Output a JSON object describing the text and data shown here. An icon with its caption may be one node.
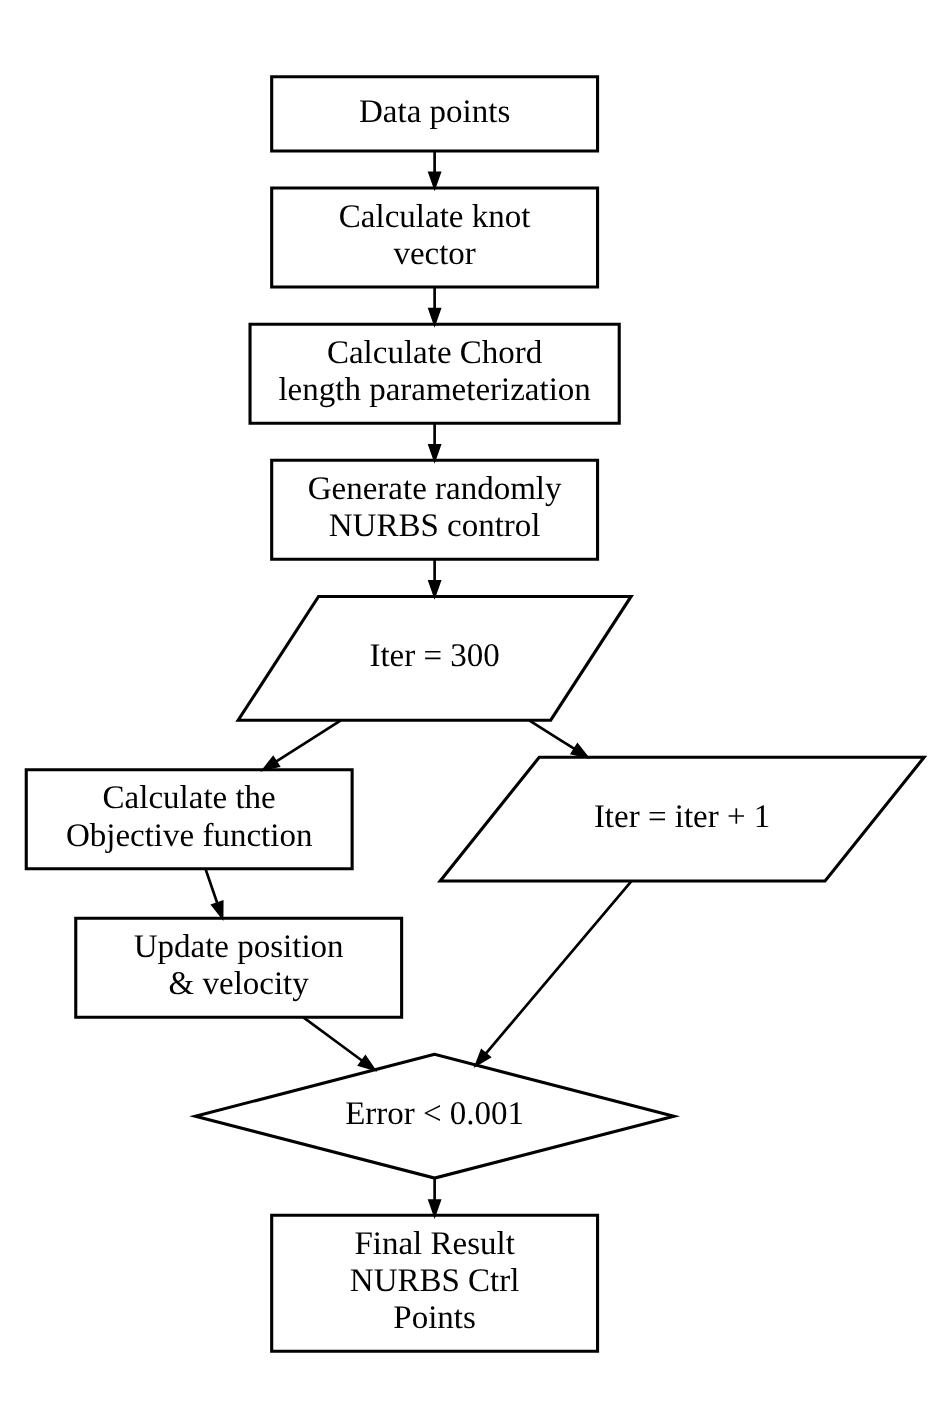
{
  "diagram": {
    "nodes": [
      {
        "text": [
          "Data points"
        ]
      },
      {
        "text": [
          "Calculate knot vector"
        ]
      },
      {
        "text": [
          "Calculate Chord length parameterization"
        ]
      },
      {
        "text": [
          "Generate randomly NURBS control"
        ]
      },
      {
        "text": [
          "Iter = 300"
        ]
      },
      {
        "text": [
          "Calculate the Objective function"
        ]
      },
      {
        "text": [
          "Update position & velocity"
        ]
      },
      {
        "text": [
          "Error < 0.001"
        ]
      },
      {
        "text": [
          "Final Result NURBS Ctrl Points"
        ]
      },
      {
        "text": [
          "Iter = iter + 1"
        ]
      }
    ],
    "edges": [
      {
        "from": 0,
        "to": 1,
        "arrow": "to"
      },
      {
        "from": 1,
        "to": 2,
        "arrow": "to"
      },
      {
        "from": 2,
        "to": 3,
        "arrow": "to"
      },
      {
        "from": 3,
        "to": 4,
        "arrow": "to"
      },
      {
        "from": 4,
        "to": 5,
        "arrow": "to"
      },
      {
        "from": 5,
        "to": 6,
        "arrow": "to"
      },
      {
        "from": 6,
        "to": 7,
        "arrow": "to"
      },
      {
        "from": 7,
        "to": 8,
        "arrow": "to"
      },
      {
        "from": 4,
        "to": 9,
        "arrow": "to"
      },
      {
        "from": 9,
        "to": 7,
        "arrow": "to"
      }
    ]
  }
}
